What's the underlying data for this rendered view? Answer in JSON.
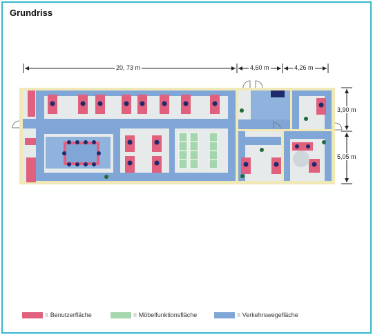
{
  "title": "Grundriss",
  "dimensions": {
    "total_length": "20, 73 m",
    "segment_mid": "4,60 m",
    "segment_right": "4,26 m",
    "height_top": "3,90 m",
    "height_bottom": "5,05 m"
  },
  "legend": [
    {
      "label": "= Benutzerfläche",
      "color": "#e0607e"
    },
    {
      "label": "= Möbelfunktionsfläche",
      "color": "#a6d6ad"
    },
    {
      "label": "= Verkehrswegefläche",
      "color": "#7fa6d6"
    }
  ],
  "colors": {
    "frame": "#33b8cc",
    "wall": "#f1e8b8",
    "circulation": "#7fa6d6",
    "floor": "#e6eaea",
    "user_area": "#e0607e",
    "furniture_area": "#a6d6ad",
    "chair": "#1f2a6a",
    "plant": "#1f6b3a"
  },
  "icons": [
    "plant-icon",
    "chair-icon",
    "door-swing-icon",
    "dimension-arrow-icon"
  ]
}
